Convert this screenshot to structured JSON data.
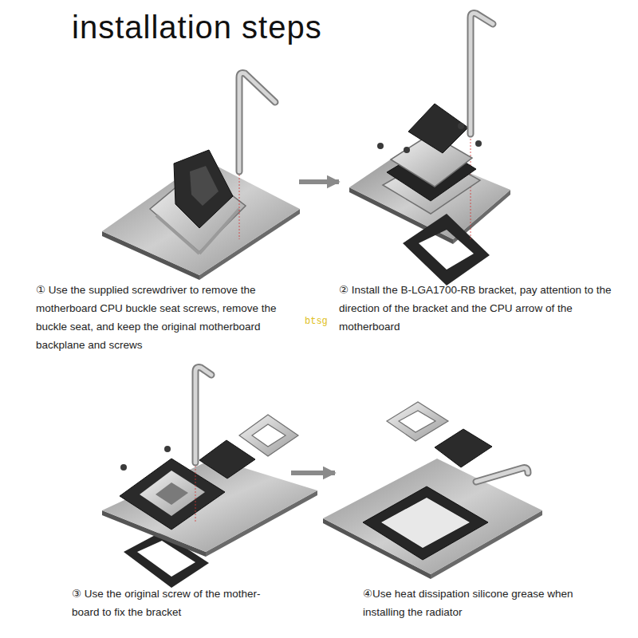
{
  "diagram": {
    "title": "installation steps",
    "nodes": [
      {
        "text": [
          "① Use the supplied screwdriver to remove the motherboard CPU buckle seat screws, remove the buckle seat, and keep the original motherboard backplane and screws"
        ]
      },
      {
        "text": [
          "② Install the B-LGA1700-RB bracket, pay attention to the direction of the bracket and the CPU arrow of the motherboard"
        ]
      },
      {
        "text": [
          "③ Use the original screw of the mother- board to fix the bracket"
        ]
      },
      {
        "text": [
          "④Use heat dissipation silicone grease when installing the radiator"
        ]
      }
    ],
    "edges": [
      {
        "from": 0,
        "to": 1,
        "arrow": "to"
      },
      {
        "from": 2,
        "to": 3,
        "arrow": "to"
      }
    ],
    "labels": [
      "btsg"
    ]
  }
}
